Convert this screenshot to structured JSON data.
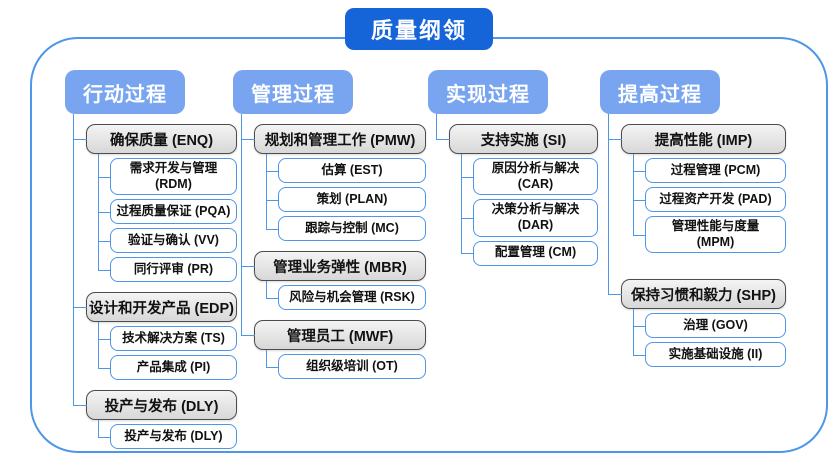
{
  "title": "质量纲领",
  "colors": {
    "title_bg": "#1565d9",
    "header_bg": "#79a5f0",
    "connector": "#4d96e8",
    "node_border": "#4d96e8",
    "group_fill": "#e6e6e6",
    "group_border": "#4d4d4d"
  },
  "columns": [
    {
      "header": "行动过程",
      "groups": [
        {
          "label": "确保质量 (ENQ)",
          "children": [
            "需求开发与管理 (RDM)",
            "过程质量保证 (PQA)",
            "验证与确认 (VV)",
            "同行评审 (PR)"
          ]
        },
        {
          "label": "设计和开发产品 (EDP)",
          "children": [
            "技术解决方案 (TS)",
            "产品集成 (PI)"
          ]
        },
        {
          "label": "投产与发布 (DLY)",
          "children": [
            "投产与发布 (DLY)"
          ]
        }
      ]
    },
    {
      "header": "管理过程",
      "groups": [
        {
          "label": "规划和管理工作 (PMW)",
          "children": [
            "估算 (EST)",
            "策划 (PLAN)",
            "跟踪与控制 (MC)"
          ]
        },
        {
          "label": "管理业务弹性 (MBR)",
          "children": [
            "风险与机会管理 (RSK)"
          ]
        },
        {
          "label": "管理员工 (MWF)",
          "children": [
            "组织级培训 (OT)"
          ]
        }
      ]
    },
    {
      "header": "实现过程",
      "groups": [
        {
          "label": "支持实施 (SI)",
          "children": [
            "原因分析与解决 (CAR)",
            "决策分析与解决 (DAR)",
            "配置管理 (CM)"
          ]
        }
      ]
    },
    {
      "header": "提高过程",
      "groups": [
        {
          "label": "提高性能 (IMP)",
          "children": [
            "过程管理 (PCM)",
            "过程资产开发 (PAD)",
            "管理性能与度量 (MPM)"
          ]
        },
        {
          "label": "保持习惯和毅力 (SHP)",
          "children": [
            "治理 (GOV)",
            "实施基础设施 (II)"
          ]
        }
      ]
    }
  ]
}
